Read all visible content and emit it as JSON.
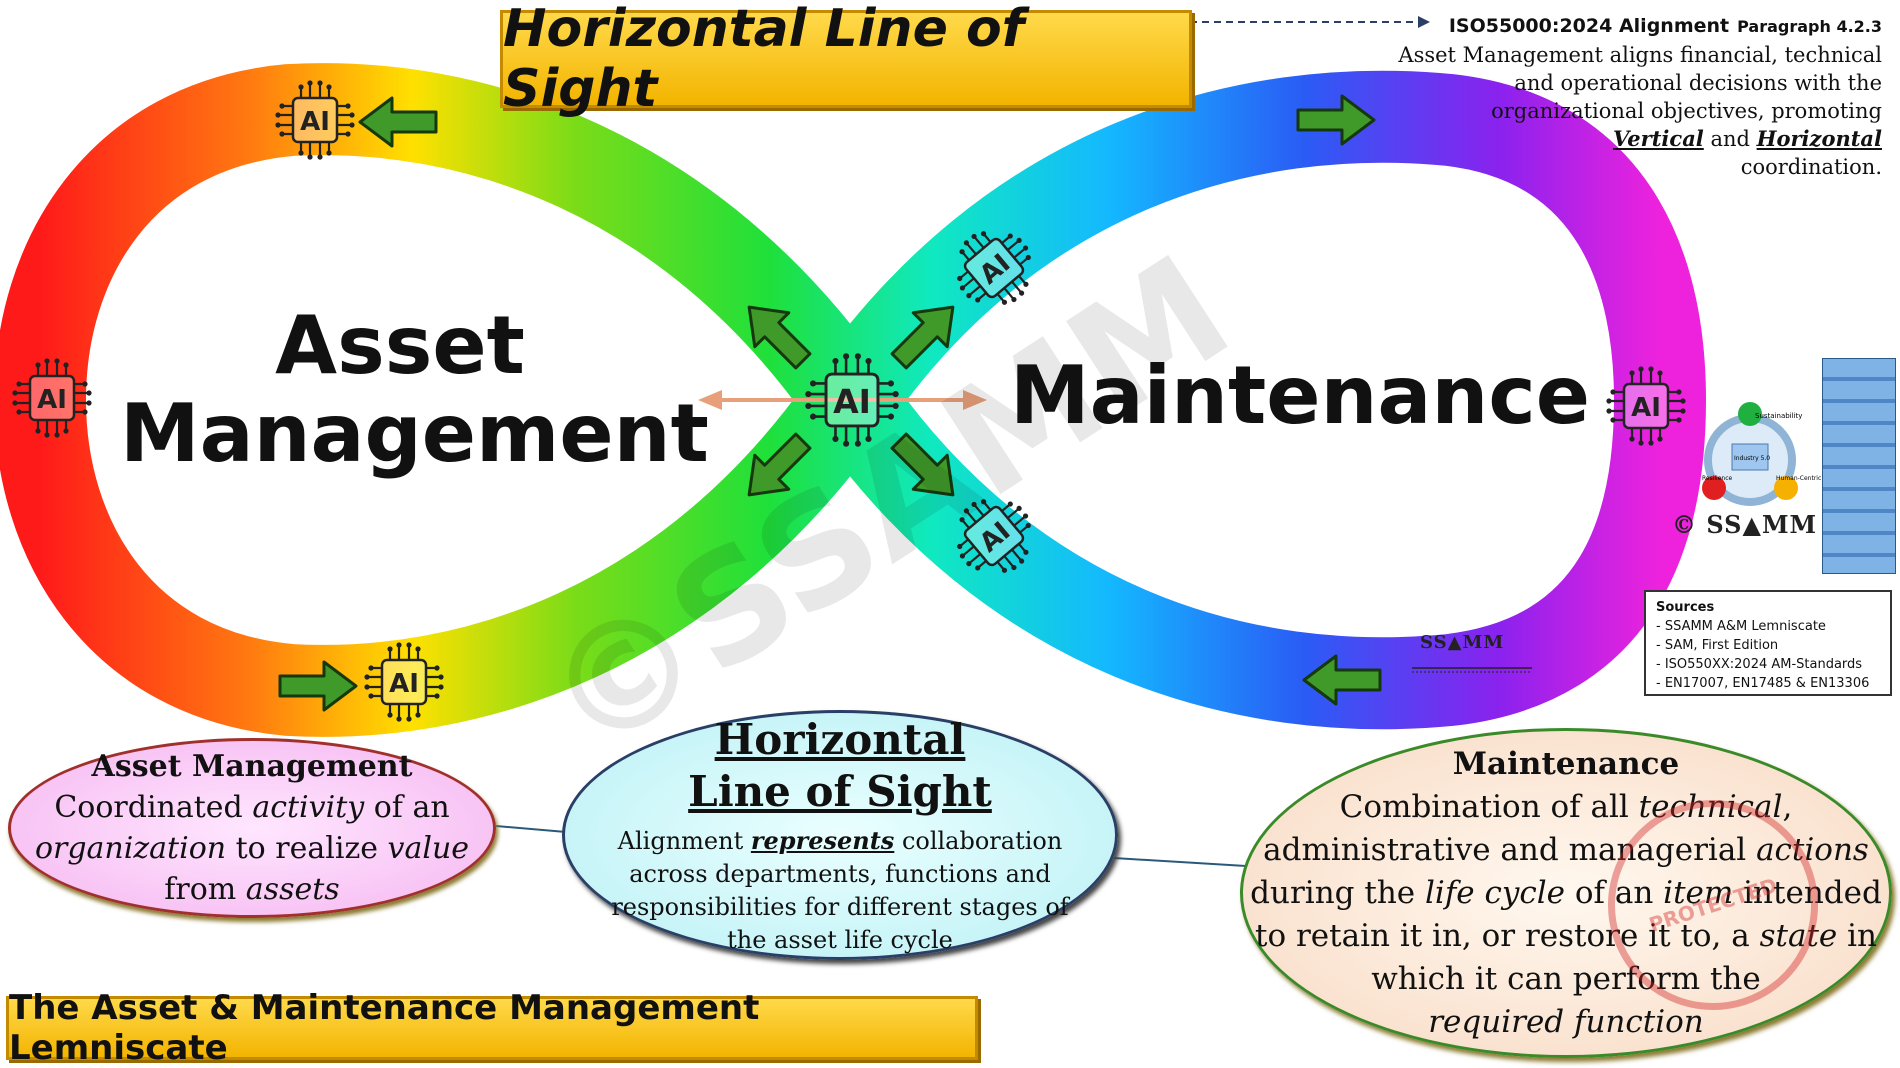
{
  "title": "Horizontal Line of Sight",
  "footer_title": "The Asset & Maintenance Management Lemniscate",
  "left_label": [
    "Asset",
    "Management"
  ],
  "right_label": "Maintenance",
  "ai_label": "AI",
  "iso": {
    "heading": "ISO55000:2024  Alignment",
    "paragraph": "Paragraph 4.2.3",
    "line1": "Asset Management aligns financial, technical",
    "line2": "and operational decisions with the",
    "line3": "organizational objectives, promoting",
    "vertical": "Vertical",
    "and": " and ",
    "horizontal": "Horizontal",
    "line5": "coordination."
  },
  "am_def": {
    "heading": "Asset Management",
    "line1_a": "Coordinated ",
    "line1_b": "activity",
    "line1_c": " of an",
    "line2_a": "organization",
    "line2_b": " to realize ",
    "line2_c": "value",
    "line3_a": "from ",
    "line3_b": "assets"
  },
  "hl_def": {
    "heading1": "Horizontal",
    "heading2": "Line of Sight",
    "t1_a": "Alignment ",
    "t1_b": "represents",
    "t1_c": " collaboration",
    "t2": "across departments, functions and",
    "t3": "responsibilities for different stages of",
    "t4": "the asset life cycle"
  },
  "mt_def": {
    "heading": "Maintenance",
    "l1_a": "Combination of all ",
    "l1_b": "technical",
    "l1_c": ",",
    "l2_a": "administrative and managerial ",
    "l2_b": "actions",
    "l3_a": "during the ",
    "l3_b": "life cycle",
    "l3_c": " of an ",
    "l3_d": "item",
    "l3_e": " intended",
    "l4_a": "to retain it in, or restore it to, a ",
    "l4_b": "state",
    "l4_c": " in",
    "l5": "which it can perform the",
    "l6": "required function"
  },
  "sources": {
    "title": "Sources",
    "items": [
      "- SSAMM A&M Lemniscate",
      "- SAM, First Edition",
      "- ISO550XX:2024 AM-Standards",
      "- EN17007, EN17485 & EN13306"
    ]
  },
  "watermark": "©SSAMM",
  "logo_small": "SS▲MM",
  "logo_main": "© SS▲MM",
  "stamp_text": "PROTECTED",
  "graphic_labels": {
    "top": "Sustainability",
    "center": "Industry 5.0",
    "left": "Resilience",
    "right": "Human-Centric"
  },
  "colors": {
    "banner": "#f3b400",
    "arrow": "#3f9a2a",
    "line": "#e8a07a"
  }
}
